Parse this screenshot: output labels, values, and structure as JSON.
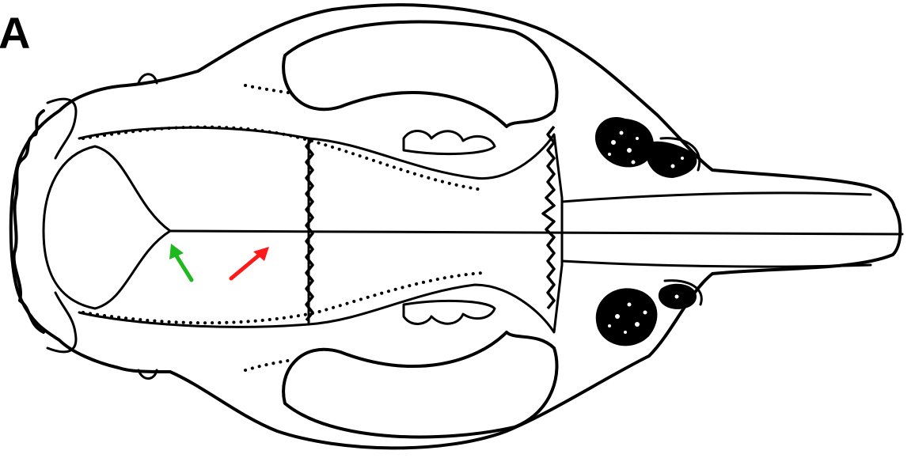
{
  "panel": {
    "label": "A"
  },
  "arrows": [
    {
      "name": "green-arrow",
      "color": "#1fb81f"
    },
    {
      "name": "red-arrow",
      "color": "#ff1a1a"
    }
  ]
}
